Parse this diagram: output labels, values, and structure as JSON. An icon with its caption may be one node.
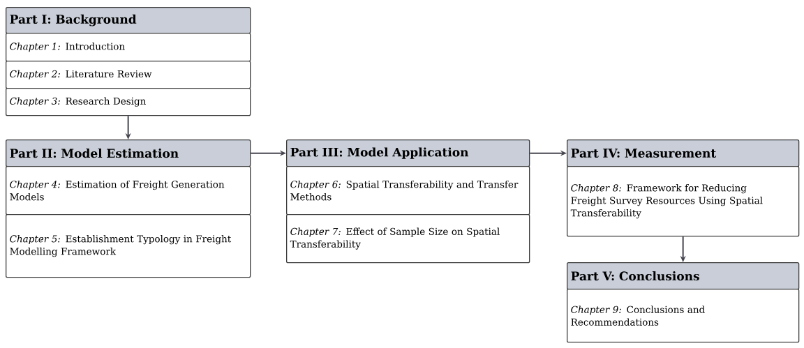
{
  "diagram": {
    "nodes": [
      {
        "text": [
          "Part I: Background"
        ]
      },
      {
        "text": [
          "*Chapter 1:* Introduction"
        ]
      },
      {
        "text": [
          "*Chapter 2:* Literature Review"
        ]
      },
      {
        "text": [
          "*Chapter 3:* Research Design"
        ]
      },
      {
        "text": [
          "Part II: Model Estimation"
        ]
      },
      {
        "text": [
          "*Chapter 4:* Estimation of Freight Generation Models"
        ]
      },
      {
        "text": [
          "*Chapter 5:* Establishment Typology in Freight Modelling Framework"
        ]
      },
      {
        "text": [
          "Part III: Model Application"
        ]
      },
      {
        "text": [
          "*Chapter 6:* Spatial Transferability and Transfer Methods"
        ]
      },
      {
        "text": [
          "*Chapter 7:* Effect of Sample Size on Spatial Transferability"
        ]
      },
      {
        "text": [
          "Part IV: Measurement"
        ]
      },
      {
        "text": [
          "*Chapter 8:* Framework for Reducing Freight Survey Resources Using Spatial Transferability"
        ]
      },
      {
        "text": [
          "Part V: Conclusions"
        ]
      },
      {
        "text": [
          "*Chapter 9:* Conclusions and Recommendations"
        ]
      }
    ],
    "edges": [
      {
        "from": 3,
        "to": 4,
        "arrow": "to"
      },
      {
        "from": 4,
        "to": 7,
        "arrow": "to"
      },
      {
        "from": 7,
        "to": 10,
        "arrow": "to"
      },
      {
        "from": 11,
        "to": 12,
        "arrow": "to"
      }
    ]
  }
}
